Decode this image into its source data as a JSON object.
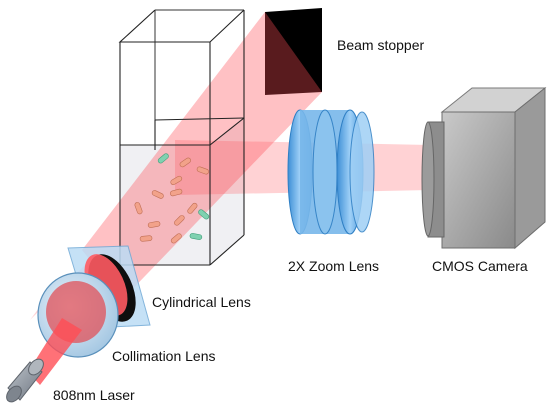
{
  "labels": {
    "beam_stopper": "Beam stopper",
    "zoom_lens": "2X Zoom Lens",
    "camera": "CMOS Camera",
    "cylindrical_lens": "Cylindrical Lens",
    "collimation_lens": "Collimation Lens",
    "laser": "808nm Laser"
  },
  "colors": {
    "beam": "#ff4d55",
    "lens_blue": "#5aa7e6",
    "camera_gray": "#a8a8a8",
    "particle_red": "#f2a28a",
    "particle_green": "#7fd1b0"
  }
}
